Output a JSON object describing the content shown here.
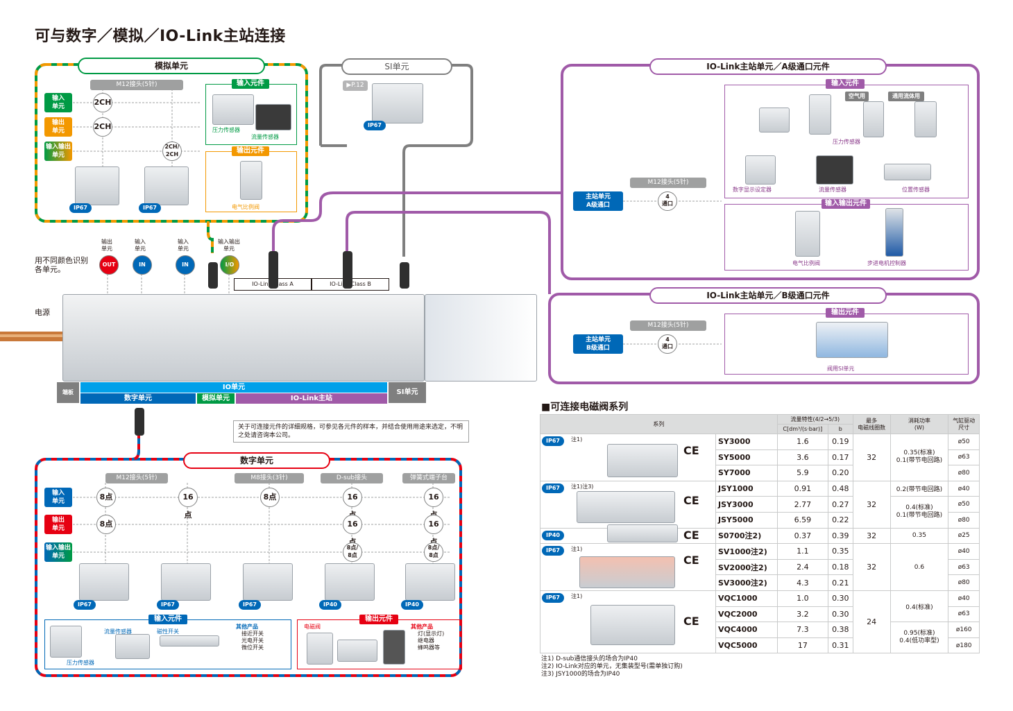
{
  "page_title": "可与数字／模拟／IO-Link主站连接",
  "analog": {
    "title": "模拟单元",
    "connector": "M12接头(5针)",
    "rows": [
      "输入\n单元",
      "输出\n单元",
      "输入输出\n单元"
    ],
    "ch": [
      "2CH",
      "2CH",
      "2CH/\n2CH"
    ],
    "input_title": "输入元件",
    "input_items": [
      "压力传感器",
      "流量传感器"
    ],
    "output_title": "输出元件",
    "output_items": [
      "电气比例阀"
    ],
    "ip": [
      "IP67",
      "IP67"
    ]
  },
  "si": {
    "title": "SI单元",
    "page_ref": "▶P.12",
    "ip": "IP67"
  },
  "iolink_a": {
    "title": "IO-Link主站单元／A级通口元件",
    "master": "主站单元\nA级通口",
    "connector": "M12接头(5针)",
    "port": "4\n通口",
    "input_title": "输入元件",
    "input_items": [
      "空气用",
      "通用流体用",
      "压力传感器",
      "数字显示设定器",
      "流量传感器",
      "位置传感器"
    ],
    "io_title": "输入输出元件",
    "io_items": [
      "电气比例阀",
      "步进电机控制器"
    ]
  },
  "iolink_b": {
    "title": "IO-Link主站单元／B级通口元件",
    "master": "主站单元\nB级通口",
    "connector": "M12接头(5针)",
    "port": "4\n通口",
    "output_title": "输出元件",
    "output_items": [
      "阀用SI单元"
    ]
  },
  "middle": {
    "color_note": "用不同颜色识别\n各单元。",
    "power": "电源",
    "modules": [
      "输出\n单元",
      "输入\n单元",
      "输入\n单元",
      "输入输出\n单元"
    ],
    "module_icons": [
      "OUT",
      "IN",
      "IN",
      "I/O"
    ],
    "class_a": "IO-Link Class A",
    "class_b": "IO-Link Class B",
    "bar": {
      "end": "端板",
      "io": "IO单元",
      "digital": "数字单元",
      "analog": "模拟单元",
      "iolink": "IO-Link主站",
      "si": "SI单元"
    },
    "notice": "关于可连接元件的详细规格，可参见各元件的样本，并结合使用用途来选定，不明之处请咨询本公司。"
  },
  "digital": {
    "title": "数字单元",
    "connectors": [
      "M12接头(5针)",
      "M8接头(3针)",
      "D-sub接头",
      "弹簧式端子台"
    ],
    "rows": [
      "输入\n单元",
      "输出\n单元",
      "输入输出\n单元"
    ],
    "points_row1": [
      "8点",
      "16点",
      "8点",
      "16点",
      "16点"
    ],
    "points_row2": [
      "8点",
      "16点",
      "16点"
    ],
    "points_row3": [
      "8点/\n8点",
      "8点/\n8点"
    ],
    "ip": [
      "IP67",
      "IP67",
      "IP67",
      "IP40",
      "IP40"
    ],
    "input_title": "输入元件",
    "input_items": [
      "流量传感器",
      "磁性开关",
      "压力传感器"
    ],
    "input_other_title": "其他产品",
    "input_other": "接近开关\n光电开关\n微位开关",
    "output_title": "输出元件",
    "output_items": [
      "电磁阀"
    ],
    "output_other_title": "其他产品",
    "output_other": "灯(显示灯)\n继电器\n蜂鸣器等"
  },
  "valves": {
    "title": "■可连接电磁阀系列",
    "headers": {
      "series": "系列",
      "flow": "流量特性(4/2→5/3)",
      "c": "C[dm³/(s·bar)]",
      "b": "b",
      "max_coils": "最多\n电磁线圈数",
      "power": "消耗功率\n(W)",
      "bore": "气缸驱动\n尺寸"
    },
    "groups": [
      {
        "ip": "IP67",
        "note": "注1)",
        "coils": "32",
        "power": [
          "0.35(标准)\n0.1(带节电回路)"
        ],
        "rows": [
          [
            "SY3000",
            "1.6",
            "0.19",
            "ø50"
          ],
          [
            "SY5000",
            "3.6",
            "0.17",
            "ø63"
          ],
          [
            "SY7000",
            "5.9",
            "0.20",
            "ø80"
          ]
        ]
      },
      {
        "ip": "IP67",
        "note": "注1)注3)",
        "coils": "32",
        "power": [
          "0.2(带节电回路)",
          "0.4(标准)\n0.1(带节电回路)"
        ],
        "rows": [
          [
            "JSY1000",
            "0.91",
            "0.48",
            "ø40"
          ],
          [
            "JSY3000",
            "2.77",
            "0.27",
            "ø50"
          ],
          [
            "JSY5000",
            "6.59",
            "0.22",
            "ø80"
          ]
        ]
      },
      {
        "ip": "IP40",
        "note": "",
        "coils": "32",
        "power": [
          "0.35"
        ],
        "rows": [
          [
            "S0700注2)",
            "0.37",
            "0.39",
            "ø25"
          ]
        ]
      },
      {
        "ip": "IP67",
        "note": "注1)",
        "coils": "32",
        "power": [
          "0.6"
        ],
        "rows": [
          [
            "SV1000注2)",
            "1.1",
            "0.35",
            "ø40"
          ],
          [
            "SV2000注2)",
            "2.4",
            "0.18",
            "ø63"
          ],
          [
            "SV3000注2)",
            "4.3",
            "0.21",
            "ø80"
          ]
        ]
      },
      {
        "ip": "IP67",
        "note": "注1)",
        "coils": "24",
        "power": [
          "0.4(标准)",
          "0.95(标准)\n0.4(低功率型)"
        ],
        "rows": [
          [
            "VQC1000",
            "1.0",
            "0.30",
            "ø40"
          ],
          [
            "VQC2000",
            "3.2",
            "0.30",
            "ø63"
          ],
          [
            "VQC4000",
            "7.3",
            "0.38",
            "ø160"
          ],
          [
            "VQC5000",
            "17",
            "0.31",
            "ø180"
          ]
        ]
      }
    ],
    "notes": [
      "注1) D-sub通信接头的场合为IP40",
      "注2) IO-Link对应的单元，无集装型号(需单独订购)",
      "注3) JSY1000的场合为IP40"
    ]
  },
  "colors": {
    "green": "#009a44",
    "orange": "#f39800",
    "purple": "#a05aa8",
    "gray": "#7f7f7f",
    "red": "#e60012",
    "blue": "#0068b7",
    "cyan": "#00a0e9"
  }
}
